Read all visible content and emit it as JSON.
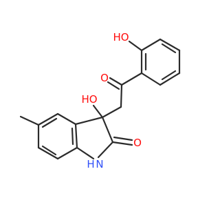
{
  "molecule": {
    "atoms": [
      {
        "id": "O_phenol",
        "label": "HO",
        "element": "O"
      },
      {
        "id": "O_ketone",
        "label": "O",
        "element": "O"
      },
      {
        "id": "O_hydroxy",
        "label": "HO",
        "element": "O"
      },
      {
        "id": "O_lactam",
        "label": "O",
        "element": "O"
      },
      {
        "id": "N_ring",
        "label": "N",
        "element": "N"
      },
      {
        "id": "H_ring",
        "label": "H",
        "element": "H"
      }
    ]
  },
  "colors": {
    "bond": "#2b2b2b",
    "oxygen": "#ff0d0d",
    "nitrogen": "#3050f8",
    "background": "#ffffff"
  }
}
